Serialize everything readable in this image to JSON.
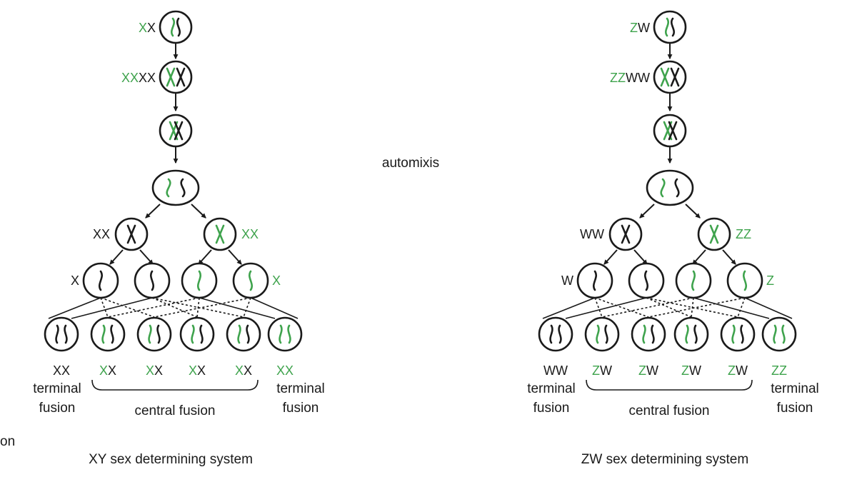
{
  "colors": {
    "green": "#3fa34d",
    "black": "#1a1a1a"
  },
  "center_label": "automixis",
  "left_edge_fragment": "on",
  "panels": [
    {
      "id": "xy",
      "caption": "XY sex determining system",
      "top_cell": {
        "g": "X",
        "k": "X"
      },
      "dup_cell": {
        "g": "XX",
        "k": "XX"
      },
      "mid_left": {
        "g": "",
        "k": "XX"
      },
      "mid_right": {
        "g": "XX",
        "k": ""
      },
      "single_left": {
        "g": "",
        "k": "X"
      },
      "single_right": {
        "g": "X",
        "k": ""
      },
      "offspring": [
        {
          "g": "",
          "k": "XX"
        },
        {
          "g": "X",
          "k": "X"
        },
        {
          "g": "X",
          "k": "X"
        },
        {
          "g": "X",
          "k": "X"
        },
        {
          "g": "X",
          "k": "X"
        },
        {
          "g": "XX",
          "k": ""
        }
      ],
      "terminal_left": [
        "terminal",
        "fusion"
      ],
      "terminal_right": [
        "terminal",
        "fusion"
      ],
      "central": "central fusion"
    },
    {
      "id": "zw",
      "caption": "ZW sex determining system",
      "top_cell": {
        "g": "Z",
        "k": "W"
      },
      "dup_cell": {
        "g": "ZZ",
        "k": "WW"
      },
      "mid_left": {
        "g": "",
        "k": "WW"
      },
      "mid_right": {
        "g": "ZZ",
        "k": ""
      },
      "single_left": {
        "g": "",
        "k": "W"
      },
      "single_right": {
        "g": "Z",
        "k": ""
      },
      "offspring": [
        {
          "g": "",
          "k": "WW"
        },
        {
          "g": "Z",
          "k": "W"
        },
        {
          "g": "Z",
          "k": "W"
        },
        {
          "g": "Z",
          "k": "W"
        },
        {
          "g": "Z",
          "k": "W"
        },
        {
          "g": "ZZ",
          "k": ""
        }
      ],
      "terminal_left": [
        "terminal",
        "fusion"
      ],
      "terminal_right": [
        "terminal",
        "fusion"
      ],
      "central": "central fusion"
    }
  ]
}
